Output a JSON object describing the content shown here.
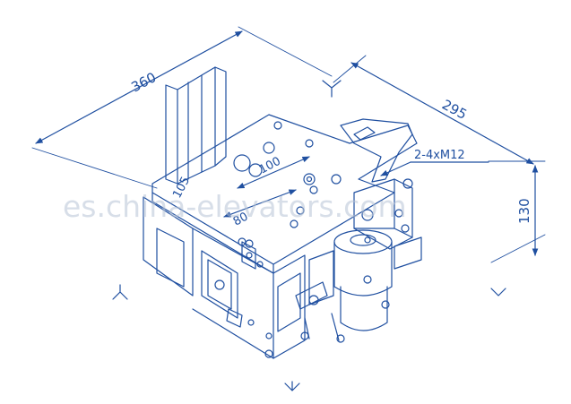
{
  "drawing": {
    "dimensions": {
      "width_top": "360",
      "depth": "295",
      "height": "130",
      "small_a": "105",
      "small_b": "80",
      "small_c": "100"
    },
    "callout": "2-4xM12",
    "watermark": "es.china-elevators.com",
    "colors": {
      "line": "#1f4fa0",
      "background": "#ffffff",
      "watermark": "#b8c4d6"
    }
  }
}
